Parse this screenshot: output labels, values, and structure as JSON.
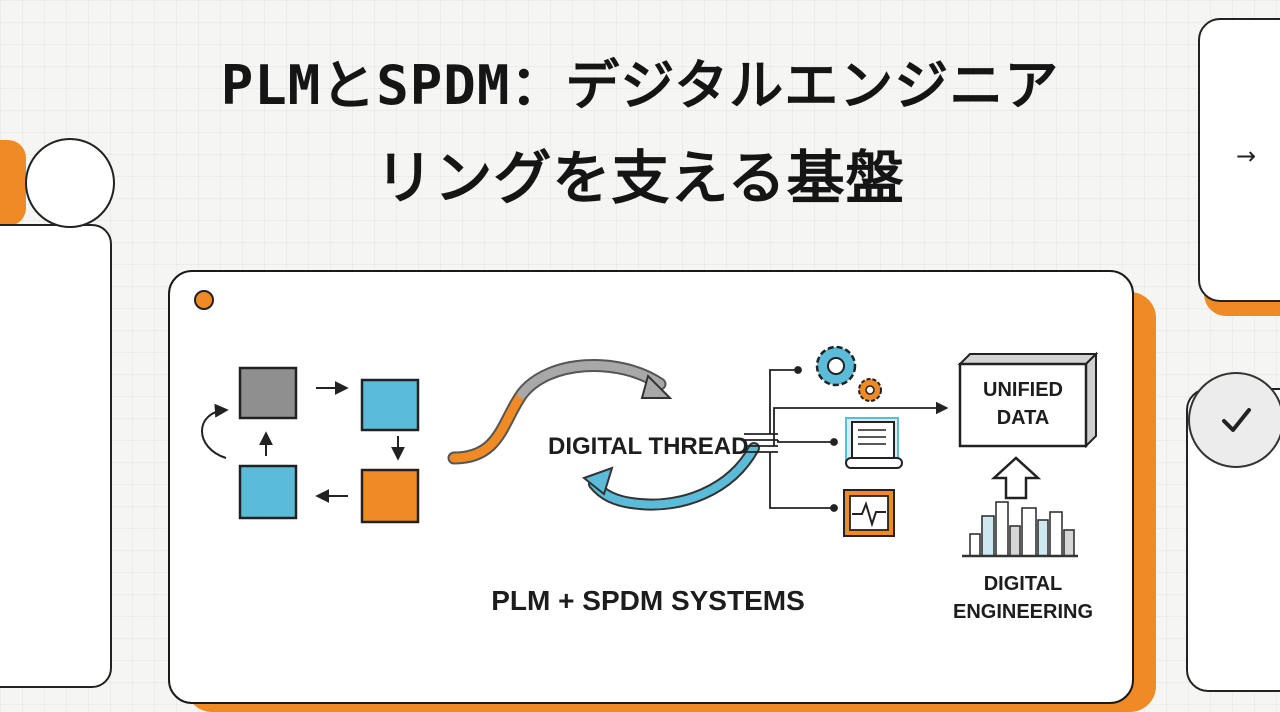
{
  "title": {
    "line1": "PLMとSPDM：デジタルエンジニア",
    "line2": "リングを支える基盤"
  },
  "diagram": {
    "thread_label": "DIGITAL THREAD",
    "unified_line1": "UNIFIED",
    "unified_line2": "DATA",
    "systems_label": "PLM + SPDM SYSTEMS",
    "engineering_line1": "DIGITAL",
    "engineering_line2": "ENGINEERING"
  },
  "icons": {
    "side_arrow": "→",
    "side_check": "check-icon"
  },
  "colors": {
    "accent_orange": "#f08a24",
    "accent_blue": "#5bbcd9",
    "gray": "#8f8f8f"
  }
}
